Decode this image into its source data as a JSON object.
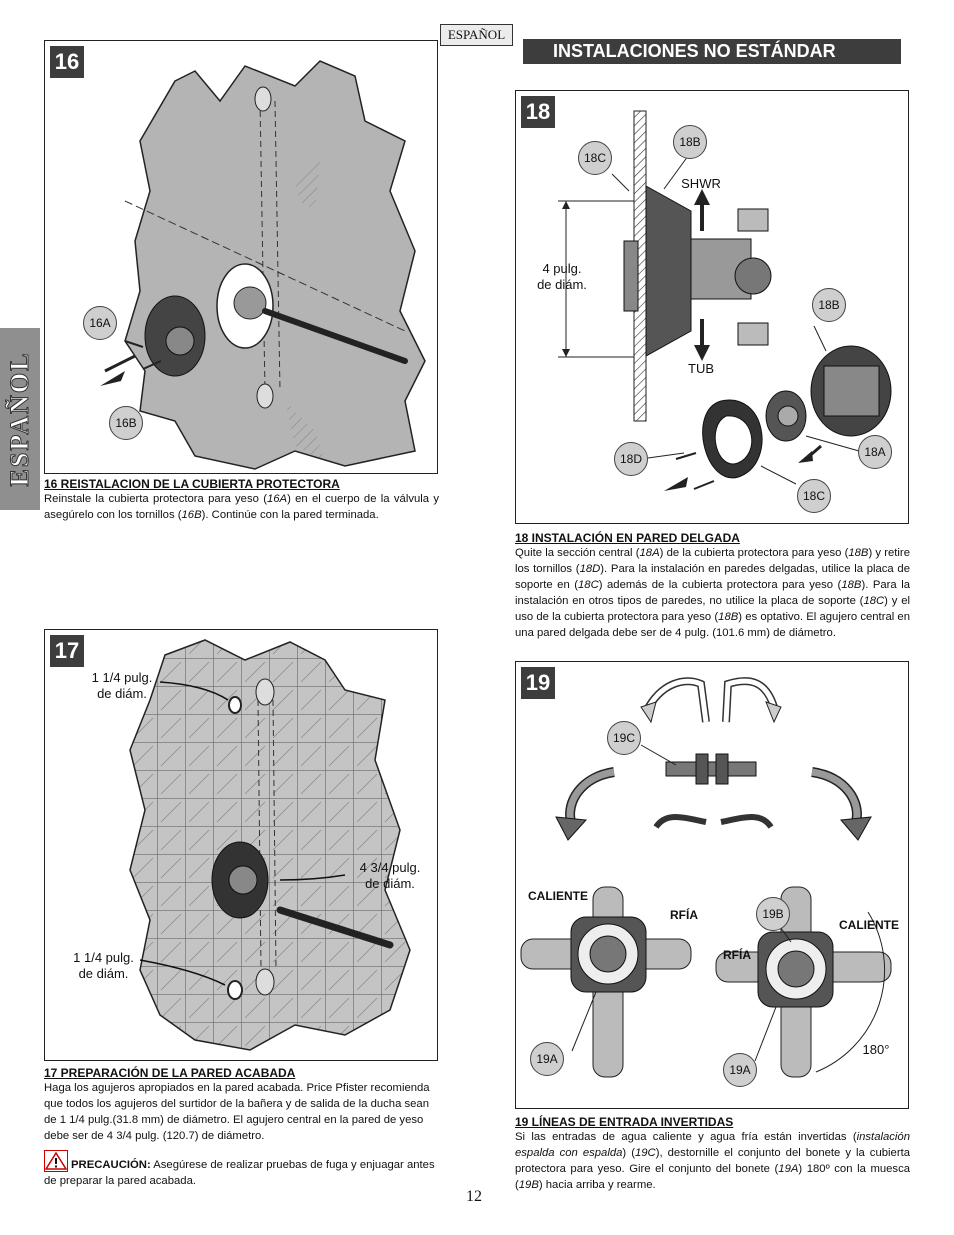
{
  "language_tab": "ESPAÑOL",
  "language_box": "ESPAÑOL",
  "section_title": "INSTALACIONES NO ESTÁNDAR",
  "page_number": "12",
  "fig16": {
    "number": "16",
    "callouts": [
      "16A",
      "16B"
    ],
    "caption_title": "16  REISTALACION DE LA CUBIERTA PROTECTORA",
    "caption_parts": [
      "Reinstale la cubierta protectora para yeso (",
      "16A",
      ") en el cuerpo de la válvula y asegúrelo con los tornillos (",
      "16B",
      ").  Continúe con la pared terminada."
    ]
  },
  "fig17": {
    "number": "17",
    "label_top": [
      "1 1/4 pulg.",
      "de diám."
    ],
    "label_mid": [
      "4 3/4 pulg.",
      "de diám."
    ],
    "label_bot": [
      "1 1/4 pulg.",
      "de diám."
    ],
    "caption_title": "17  PREPARACIÓN DE LA PARED ACABADA",
    "caption_body": "Haga los agujeros apropiados en la pared acabada. Price Pfister recomienda que todos los agujeros del surtidor de la bañera y de salida de la ducha sean de 1 1/4 pulg.(31.8 mm) de diámetro. El agujero central en la pared de yeso debe ser de 4 3/4 pulg. (120.7) de diámetro.",
    "warning_label": "PRECAUCIÓN:",
    "warning_text": " Asegúrese de realizar pruebas de fuga y enjuagar antes de preparar la pared acabada."
  },
  "fig18": {
    "number": "18",
    "callouts": [
      "18C",
      "18B",
      "18B",
      "18D",
      "18A",
      "18C"
    ],
    "shwr": "SHWR",
    "tub": "TUB",
    "dim": [
      "4 pulg.",
      "de diám."
    ],
    "caption_title": "18  INSTALACIÓN EN PARED DELGADA",
    "caption_parts": [
      "Quite la sección central (",
      "18A",
      ") de la cubierta protectora para yeso (",
      "18B",
      ") y retire los tornillos (",
      "18D",
      "). Para la instalación en paredes delgadas, utilice la placa de soporte en (",
      "18C",
      ") además de la cubierta protectora para yeso (",
      "18B",
      "). Para la instalación en otros tipos de paredes, no utilice la placa de soporte (",
      "18C",
      ") y el uso de la cubierta protectora para yeso (",
      "18B",
      ") es optativo. El agujero central en una pared delgada debe ser de 4 pulg. (101.6 mm) de diámetro."
    ]
  },
  "fig19": {
    "number": "19",
    "callouts": [
      "19C",
      "19B",
      "19A",
      "19A"
    ],
    "caliente_left": "CALIENTE",
    "rfia_left": "RFÍA",
    "rfia_right": "RFÍA",
    "caliente_right": "CALIENTE",
    "deg": "180°",
    "caption_title": "19  LÍNEAS DE ENTRADA INVERTIDAS",
    "caption_parts": [
      "Si las entradas de agua caliente y agua fría están invertidas (",
      "instalación espalda con espalda",
      ") (",
      "19C",
      "), destornille el conjunto del bonete y la cubierta protectora para yeso. Gire el conjunto del bonete (",
      "19A",
      ") 180º con la muesca (",
      "19B",
      ") hacia arriba y rearme."
    ]
  }
}
